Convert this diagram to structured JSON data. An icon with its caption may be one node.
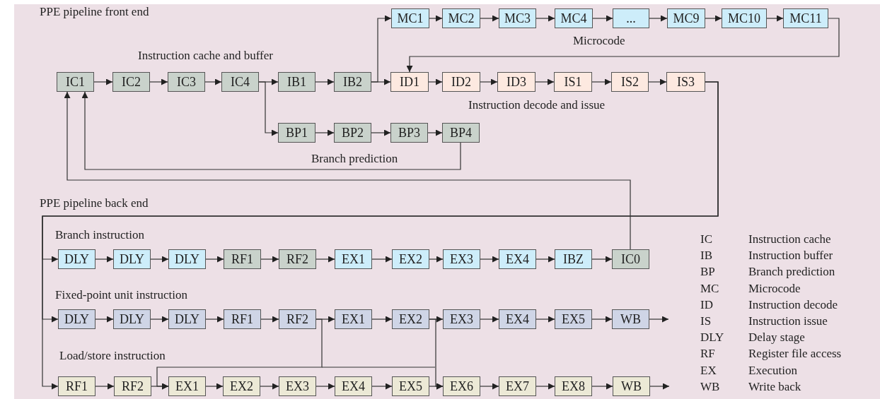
{
  "diagram": {
    "nodes": [
      {
        "text": [
          "IC1"
        ]
      },
      {
        "text": [
          "IC2"
        ]
      },
      {
        "text": [
          "IC3"
        ]
      },
      {
        "text": [
          "IC4"
        ]
      },
      {
        "text": [
          "IB1"
        ]
      },
      {
        "text": [
          "IB2"
        ]
      },
      {
        "text": [
          "MC1"
        ]
      },
      {
        "text": [
          "MC2"
        ]
      },
      {
        "text": [
          "MC3"
        ]
      },
      {
        "text": [
          "MC4"
        ]
      },
      {
        "text": [
          "..."
        ]
      },
      {
        "text": [
          "MC9"
        ]
      },
      {
        "text": [
          "MC10"
        ]
      },
      {
        "text": [
          "MC11"
        ]
      },
      {
        "text": [
          "ID1"
        ]
      },
      {
        "text": [
          "ID2"
        ]
      },
      {
        "text": [
          "ID3"
        ]
      },
      {
        "text": [
          "IS1"
        ]
      },
      {
        "text": [
          "IS2"
        ]
      },
      {
        "text": [
          "IS3"
        ]
      },
      {
        "text": [
          "BP1"
        ]
      },
      {
        "text": [
          "BP2"
        ]
      },
      {
        "text": [
          "BP3"
        ]
      },
      {
        "text": [
          "BP4"
        ]
      },
      {
        "text": [
          "DLY"
        ]
      },
      {
        "text": [
          "DLY"
        ]
      },
      {
        "text": [
          "DLY"
        ]
      },
      {
        "text": [
          "RF1"
        ]
      },
      {
        "text": [
          "RF2"
        ]
      },
      {
        "text": [
          "EX1"
        ]
      },
      {
        "text": [
          "EX2"
        ]
      },
      {
        "text": [
          "EX3"
        ]
      },
      {
        "text": [
          "EX4"
        ]
      },
      {
        "text": [
          "IBZ"
        ]
      },
      {
        "text": [
          "IC0"
        ]
      },
      {
        "text": [
          "DLY"
        ]
      },
      {
        "text": [
          "DLY"
        ]
      },
      {
        "text": [
          "DLY"
        ]
      },
      {
        "text": [
          "RF1"
        ]
      },
      {
        "text": [
          "RF2"
        ]
      },
      {
        "text": [
          "EX1"
        ]
      },
      {
        "text": [
          "EX2"
        ]
      },
      {
        "text": [
          "EX3"
        ]
      },
      {
        "text": [
          "EX4"
        ]
      },
      {
        "text": [
          "EX5"
        ]
      },
      {
        "text": [
          "WB"
        ]
      },
      {
        "text": [
          "RF1"
        ]
      },
      {
        "text": [
          "RF2"
        ]
      },
      {
        "text": [
          "EX1"
        ]
      },
      {
        "text": [
          "EX2"
        ]
      },
      {
        "text": [
          "EX3"
        ]
      },
      {
        "text": [
          "EX4"
        ]
      },
      {
        "text": [
          "EX5"
        ]
      },
      {
        "text": [
          "EX6"
        ]
      },
      {
        "text": [
          "EX7"
        ]
      },
      {
        "text": [
          "EX8"
        ]
      },
      {
        "text": [
          "WB"
        ]
      }
    ],
    "edges": [
      {
        "from": 0,
        "to": 1,
        "arrow": "to"
      },
      {
        "from": 1,
        "to": 2,
        "arrow": "to"
      },
      {
        "from": 2,
        "to": 3,
        "arrow": "to"
      },
      {
        "from": 3,
        "to": 4,
        "arrow": "to"
      },
      {
        "from": 4,
        "to": 5,
        "arrow": "to"
      },
      {
        "from": 5,
        "to": 14,
        "arrow": "to"
      },
      {
        "from": 14,
        "to": 15,
        "arrow": "to"
      },
      {
        "from": 15,
        "to": 16,
        "arrow": "to"
      },
      {
        "from": 16,
        "to": 17,
        "arrow": "to"
      },
      {
        "from": 17,
        "to": 18,
        "arrow": "to"
      },
      {
        "from": 18,
        "to": 19,
        "arrow": "to"
      },
      {
        "from": 3,
        "to": 20,
        "arrow": "to"
      },
      {
        "from": 20,
        "to": 21,
        "arrow": "to"
      },
      {
        "from": 21,
        "to": 22,
        "arrow": "to"
      },
      {
        "from": 22,
        "to": 23,
        "arrow": "to"
      },
      {
        "from": 23,
        "to": 0,
        "arrow": "to"
      },
      {
        "from": 5,
        "to": 6,
        "arrow": "to"
      },
      {
        "from": 6,
        "to": 7,
        "arrow": "to"
      },
      {
        "from": 7,
        "to": 8,
        "arrow": "to"
      },
      {
        "from": 8,
        "to": 9,
        "arrow": "to"
      },
      {
        "from": 9,
        "to": 10,
        "arrow": "to"
      },
      {
        "from": 10,
        "to": 11,
        "arrow": "to"
      },
      {
        "from": 11,
        "to": 12,
        "arrow": "to"
      },
      {
        "from": 12,
        "to": 13,
        "arrow": "to"
      },
      {
        "from": 13,
        "to": 14,
        "arrow": "to"
      },
      {
        "from": 19,
        "to": 24,
        "arrow": "to"
      },
      {
        "from": 19,
        "to": 35,
        "arrow": "to"
      },
      {
        "from": 19,
        "to": 46,
        "arrow": "to"
      },
      {
        "from": 24,
        "to": 25,
        "arrow": "to"
      },
      {
        "from": 25,
        "to": 26,
        "arrow": "to"
      },
      {
        "from": 26,
        "to": 27,
        "arrow": "to"
      },
      {
        "from": 27,
        "to": 28,
        "arrow": "to"
      },
      {
        "from": 28,
        "to": 29,
        "arrow": "to"
      },
      {
        "from": 29,
        "to": 30,
        "arrow": "to"
      },
      {
        "from": 30,
        "to": 31,
        "arrow": "to"
      },
      {
        "from": 31,
        "to": 32,
        "arrow": "to"
      },
      {
        "from": 32,
        "to": 33,
        "arrow": "to"
      },
      {
        "from": 33,
        "to": 34,
        "arrow": "to"
      },
      {
        "from": 34,
        "to": 0,
        "arrow": "to"
      },
      {
        "from": 35,
        "to": 36,
        "arrow": "to"
      },
      {
        "from": 36,
        "to": 37,
        "arrow": "to"
      },
      {
        "from": 37,
        "to": 38,
        "arrow": "to"
      },
      {
        "from": 38,
        "to": 39,
        "arrow": "to"
      },
      {
        "from": 39,
        "to": 40,
        "arrow": "to"
      },
      {
        "from": 40,
        "to": 41,
        "arrow": "to"
      },
      {
        "from": 41,
        "to": 42,
        "arrow": "to"
      },
      {
        "from": 42,
        "to": 43,
        "arrow": "to"
      },
      {
        "from": 43,
        "to": 44,
        "arrow": "to"
      },
      {
        "from": 44,
        "to": 45,
        "arrow": "to"
      },
      {
        "from": 45,
        "to": null,
        "arrow": "to"
      },
      {
        "from": 46,
        "to": 47,
        "arrow": "to"
      },
      {
        "from": 47,
        "to": 48,
        "arrow": "to"
      },
      {
        "from": 48,
        "to": 49,
        "arrow": "to"
      },
      {
        "from": 49,
        "to": 50,
        "arrow": "to"
      },
      {
        "from": 50,
        "to": 51,
        "arrow": "to"
      },
      {
        "from": 51,
        "to": 52,
        "arrow": "to"
      },
      {
        "from": 52,
        "to": 53,
        "arrow": "to"
      },
      {
        "from": 53,
        "to": 54,
        "arrow": "to"
      },
      {
        "from": 54,
        "to": 55,
        "arrow": "to"
      },
      {
        "from": 55,
        "to": 56,
        "arrow": "to"
      },
      {
        "from": 56,
        "to": null,
        "arrow": "to"
      },
      {
        "from": 39,
        "to": 48,
        "arrow": "to"
      },
      {
        "from": 41,
        "to": 53,
        "arrow": "to"
      }
    ],
    "labels": [
      "PPE pipeline front end",
      "Instruction cache and buffer",
      "Microcode",
      "Instruction decode and issue",
      "Branch prediction",
      "PPE pipeline back end",
      "Branch instruction",
      "Fixed-point unit instruction",
      "Load/store instruction",
      "IC",
      "Instruction cache",
      "IB",
      "Instruction buffer",
      "BP",
      "Branch prediction",
      "MC",
      "Microcode",
      "ID",
      "Instruction decode",
      "IS",
      "Instruction issue",
      "DLY",
      "Delay stage",
      "RF",
      "Register file access",
      "EX",
      "Execution",
      "WB",
      "Write back"
    ]
  }
}
